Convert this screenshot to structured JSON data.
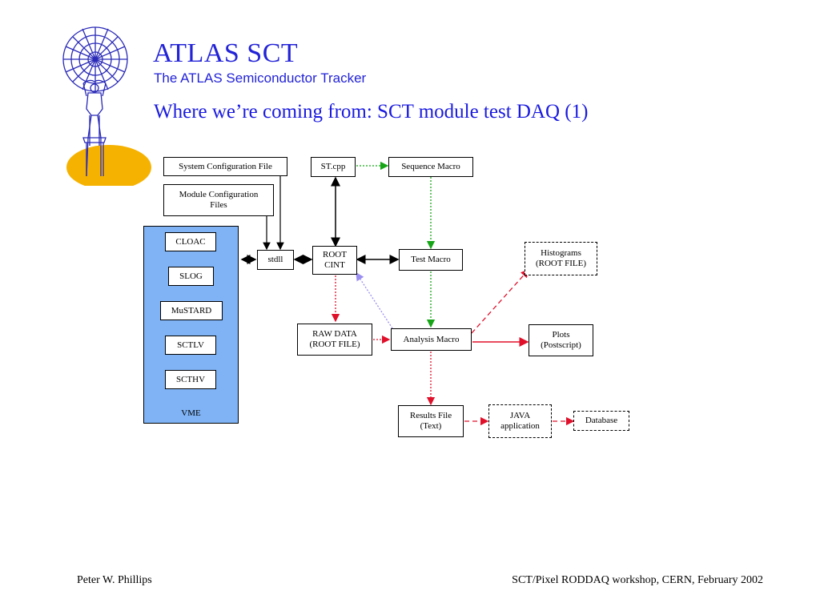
{
  "header": {
    "title": "ATLAS SCT",
    "subtitle": "The ATLAS Semiconductor Tracker",
    "heading": "Where we’re coming from: SCT module test DAQ (1)"
  },
  "logo": {
    "icon": "atlas-figure-globe-icon",
    "accent_color": "#f6b200",
    "line_color": "#2a2ab8"
  },
  "diagram": {
    "system_config": "System Configuration File",
    "module_config": "Module Configuration\nFiles",
    "st_cpp": "ST.cpp",
    "sequence_macro": "Sequence Macro",
    "stdll": "stdll",
    "root_cint": "ROOT\nCINT",
    "test_macro": "Test Macro",
    "histograms": "Histograms\n(ROOT FILE)",
    "raw_data": "RAW DATA\n(ROOT FILE)",
    "analysis_macro": "Analysis Macro",
    "plots": "Plots\n(Postscript)",
    "results_file": "Results File\n(Text)",
    "java_app": "JAVA\napplication",
    "database": "Database",
    "vme": {
      "label": "VME",
      "color": "#7fb3f5",
      "modules": [
        "CLOAC",
        "SLOG",
        "MuSTARD",
        "SCTLV",
        "SCTHV"
      ]
    },
    "colors": {
      "green": "#16a516",
      "red": "#e0102a",
      "purple": "#9a8ef0",
      "black": "#000000"
    }
  },
  "footer": {
    "author": "Peter W. Phillips",
    "event": "SCT/Pixel RODDAQ workshop, CERN, February 2002"
  }
}
